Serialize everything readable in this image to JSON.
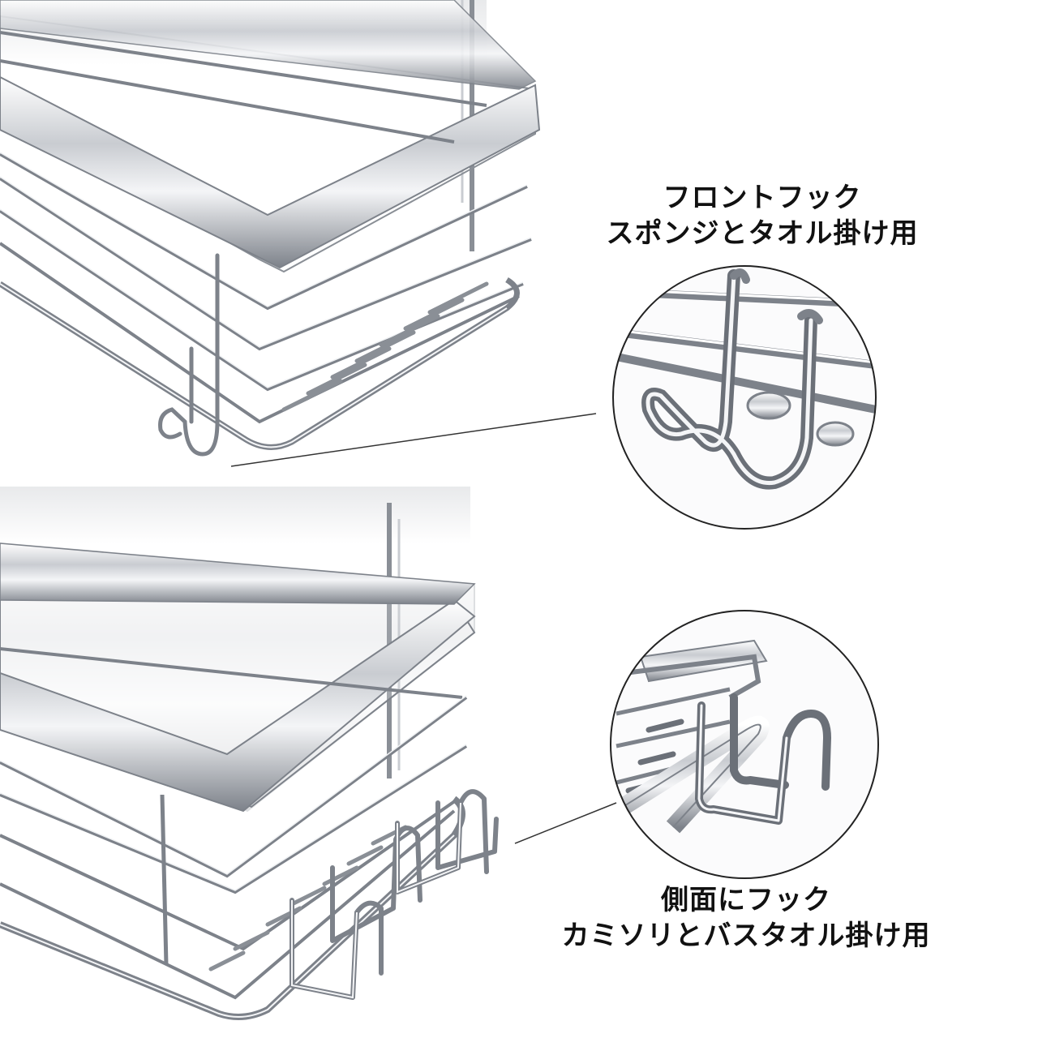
{
  "front_hook": {
    "line1": "フロントフック",
    "line2": "スポンジとタオル掛け用"
  },
  "side_hook": {
    "line1": "側面にフック",
    "line2": "カミソリとバスタオル掛け用"
  },
  "colors": {
    "background": "#ffffff",
    "text": "#111111",
    "metal": "#8a8f96",
    "chrome_highlight": "#f4f5f7",
    "circle_outline": "#222222"
  }
}
